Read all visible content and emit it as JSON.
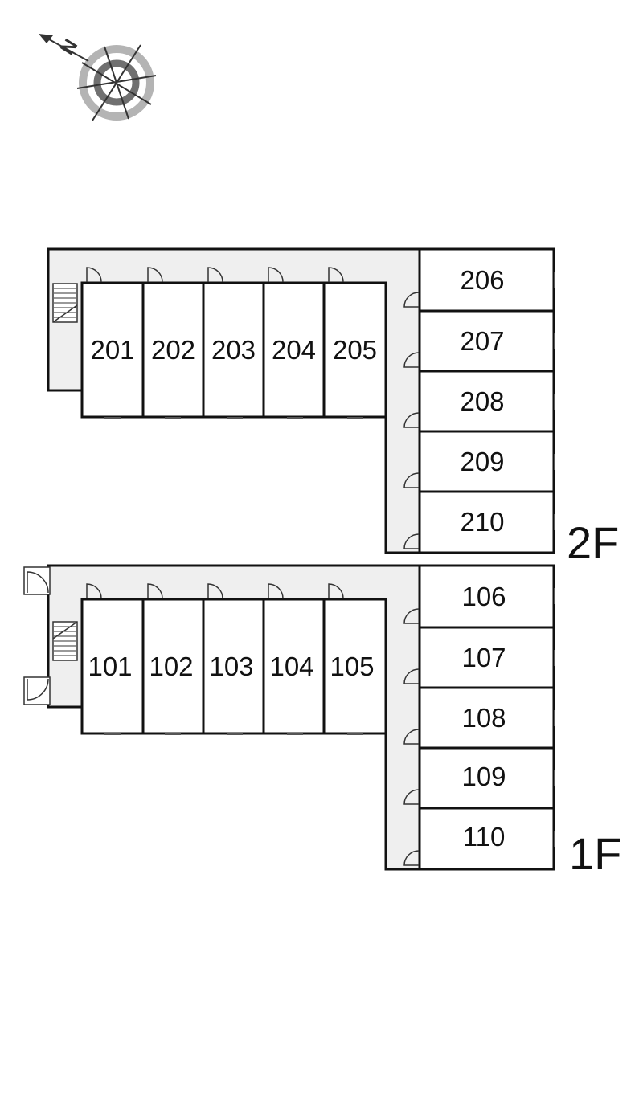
{
  "compass": {
    "label": "N",
    "icon": "compass-rose-icon"
  },
  "colors": {
    "corridor": "#efefef",
    "wall": "#111111",
    "unit_fill": "#ffffff",
    "compass_ring_outer": "#b4b4b4",
    "compass_ring_inner": "#707070"
  },
  "floors": [
    {
      "name": "2F",
      "units_west": [
        "201",
        "202",
        "203",
        "204",
        "205"
      ],
      "units_east": [
        "206",
        "207",
        "208",
        "209",
        "210"
      ]
    },
    {
      "name": "1F",
      "units_west": [
        "101",
        "102",
        "103",
        "104",
        "105"
      ],
      "units_east": [
        "106",
        "107",
        "108",
        "109",
        "110"
      ]
    }
  ]
}
